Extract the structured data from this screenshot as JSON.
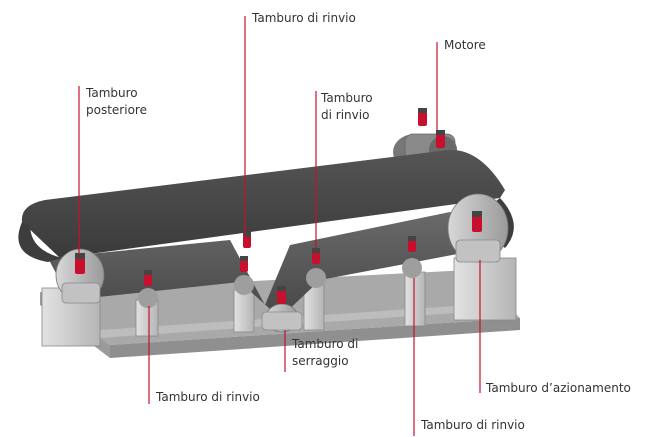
{
  "labels": {
    "tamburo_rinvio_top": "Tamburo di rinvio",
    "motore": "Motore",
    "tamburo_posteriore": "Tamburo\nposteriore",
    "tamburo_rinvio_mid": "Tamburo\ndi rinvio",
    "tamburo_serraggio": "Tamburo di\nserraggio",
    "tamburo_azionamento": "Tamburo d’azionamento",
    "tamburo_rinvio_bottom_left": "Tamburo di rinvio",
    "tamburo_rinvio_bottom_right": "Tamburo di rinvio"
  },
  "colors": {
    "leader_line": "#c8102e",
    "lubricator_body": "#c8102e",
    "belt": "#4a4a4a",
    "frame": "#c9c9c9"
  }
}
